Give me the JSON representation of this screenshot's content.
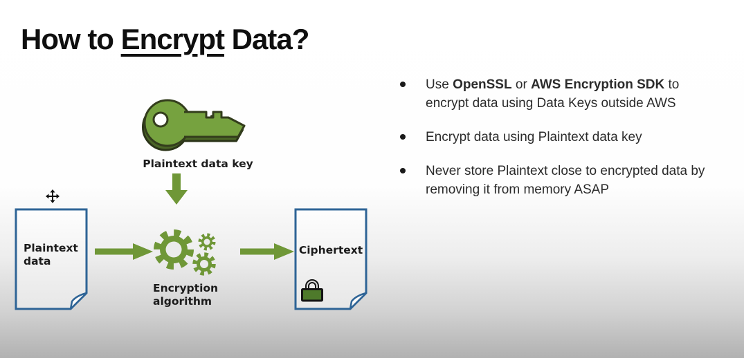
{
  "slide": {
    "title": {
      "pre": "How to ",
      "underlined": "Encrypt",
      "post": " Data?"
    },
    "colors": {
      "accent_green": "#6f9737",
      "key_green": "#76a23f",
      "dark_green": "#4a6526",
      "lock_green": "#4e7a2b",
      "doc_blue": "#2e6496",
      "title_color": "#0f0f0f",
      "text_color": "#2b2b2b",
      "label_color": "#1c1c1c"
    },
    "diagram": {
      "key_label": "Plaintext data key",
      "plaintext_doc_label": "Plaintext\ndata",
      "algorithm_label": "Encryption\nalgorithm",
      "ciphertext_doc_label": "Ciphertext"
    },
    "icons": {
      "key": "key-icon",
      "down_arrow": "down-arrow-icon",
      "right_arrow": "right-arrow-icon",
      "gears": "gears-icon",
      "document": "document-icon",
      "padlock": "padlock-icon",
      "move_cursor": "move-cursor-icon",
      "bullet": "bullet-dot"
    },
    "bullets": [
      {
        "segments": [
          {
            "text": "Use ",
            "bold": false
          },
          {
            "text": "OpenSSL",
            "bold": true
          },
          {
            "text": " or ",
            "bold": false
          },
          {
            "text": "AWS Encryption SDK",
            "bold": true
          },
          {
            "text": " to encrypt data using Data Keys outside AWS",
            "bold": false
          }
        ]
      },
      {
        "segments": [
          {
            "text": "Encrypt data using Plaintext data key",
            "bold": false
          }
        ]
      },
      {
        "segments": [
          {
            "text": "Never store Plaintext close to encrypted data by removing it from memory ASAP",
            "bold": false
          }
        ]
      }
    ]
  }
}
